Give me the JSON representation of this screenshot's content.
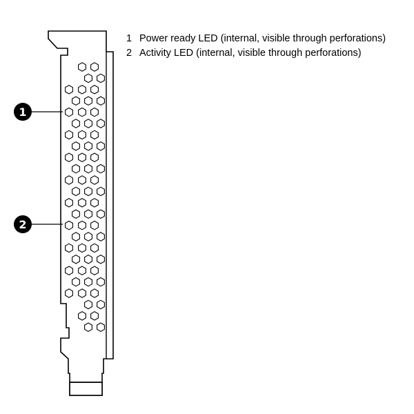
{
  "colors": {
    "line": "#000000",
    "background": "#ffffff",
    "callout_fill": "#000000",
    "callout_text": "#ffffff"
  },
  "callouts": [
    {
      "number": "1"
    },
    {
      "number": "2"
    }
  ],
  "legend": [
    {
      "number": "1",
      "text": "Power ready LED (internal, visible through perforations)"
    },
    {
      "number": "2",
      "text": "Activity LED (internal, visible through perforations)"
    }
  ]
}
